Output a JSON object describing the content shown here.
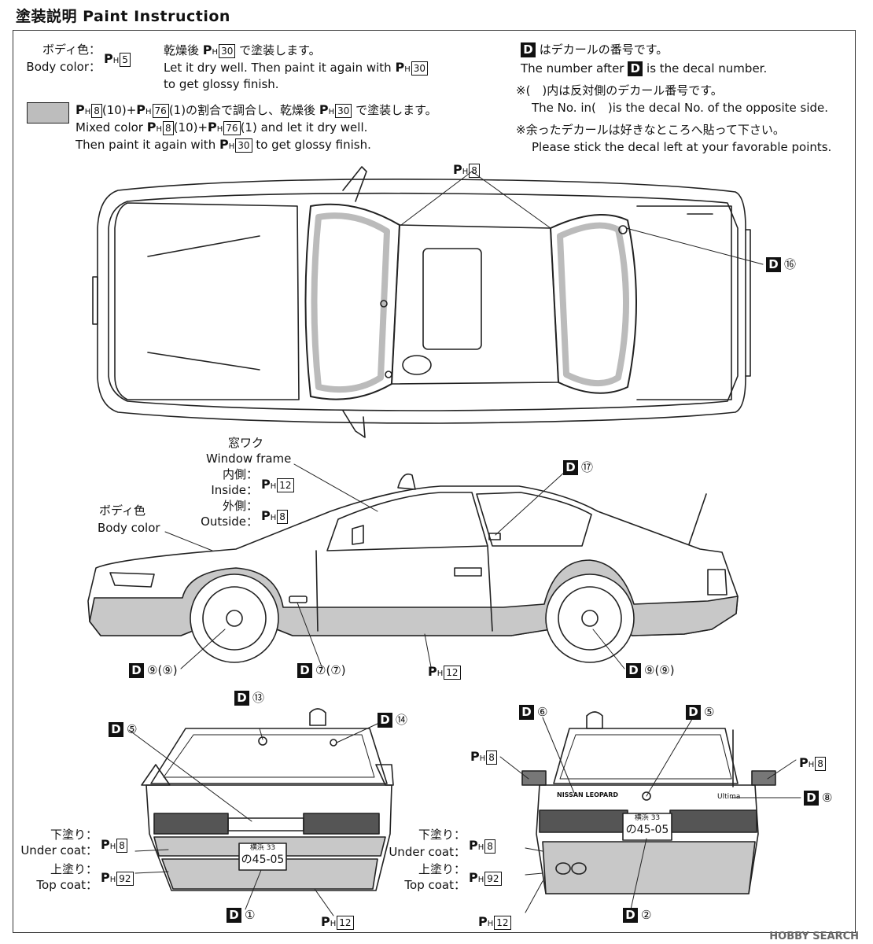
{
  "page": {
    "title": "塗装説明 Paint Instruction",
    "watermark": "HOBBY SEARCH"
  },
  "legend": {
    "body_color_jp": "ボディ色：",
    "body_color_en": "Body color：",
    "body_code": "5",
    "dry_jp": "乾燥後",
    "dry_jp_tail": "で塗装します。",
    "dry_en": "Let it dry well. Then paint it again with",
    "dry_en2": "to get glossy finish.",
    "gloss_code": "30",
    "mixed_jp": "(10)+",
    "mixed_jp2": "(1)の割合で調合し、乾燥後",
    "mixed_jp3": "で塗装します。",
    "mixed_en": "Mixed color",
    "mixed_en2": "(10)+",
    "mixed_en3": "(1) and let it dry well.",
    "mixed_en4": "Then paint it again with",
    "mixed_en5": "to get glossy finish.",
    "code_a": "8",
    "code_b": "76",
    "swatch_color": "#bdbdbd"
  },
  "decal_notes": {
    "line1_jp": "はデカールの番号です。",
    "line1_en_a": "The number after",
    "line1_en_b": "is the decal number.",
    "line2_jp": "※(　)内は反対側のデカール番号です。",
    "line2_en": "The No. in(　)is the decal No. of the opposite side.",
    "line3_jp": "※余ったデカールは好きなところへ貼って下さい。",
    "line3_en": "Please stick the decal left at your favorable points."
  },
  "top_view": {
    "glass_code": "8",
    "decal_16": "⑯"
  },
  "side_view": {
    "window_frame_jp": "窓ワク",
    "window_frame_en": "Window frame",
    "inside_jp": "内側：",
    "inside_en": "Inside：",
    "inside_code": "12",
    "outside_jp": "外側：",
    "outside_en": "Outside：",
    "outside_code": "8",
    "body_jp": "ボディ色",
    "body_en": "Body color",
    "decal_17": "⑰",
    "decal_front_wheel": "⑨(⑨)",
    "decal_side": "⑦(⑦)",
    "lower_code": "12",
    "decal_rear_wheel": "⑨(⑨)"
  },
  "front_view": {
    "decal_13": "⑬",
    "decal_5": "⑤",
    "decal_14": "⑭",
    "under_jp": "下塗り：",
    "under_en": "Under coat：",
    "under_code": "8",
    "top_jp": "上塗り：",
    "top_en": "Top coat：",
    "top_code": "92",
    "decal_1": "①",
    "bottom_code": "12",
    "plate_top": "横浜 33",
    "plate_num": "の45-05"
  },
  "rear_view": {
    "decal_6": "⑥",
    "decal_5": "⑤",
    "mirror_code_l": "8",
    "mirror_code_r": "8",
    "decal_8": "⑧",
    "under_jp": "下塗り：",
    "under_en": "Under coat：",
    "under_code": "8",
    "top_jp": "上塗り：",
    "top_en": "Top coat：",
    "top_code": "92",
    "decal_2": "②",
    "bottom_code": "12",
    "plate_top": "横浜 33",
    "plate_num": "の45-05",
    "badge_left": "NISSAN LEOPARD",
    "badge_right": "Ultima"
  }
}
